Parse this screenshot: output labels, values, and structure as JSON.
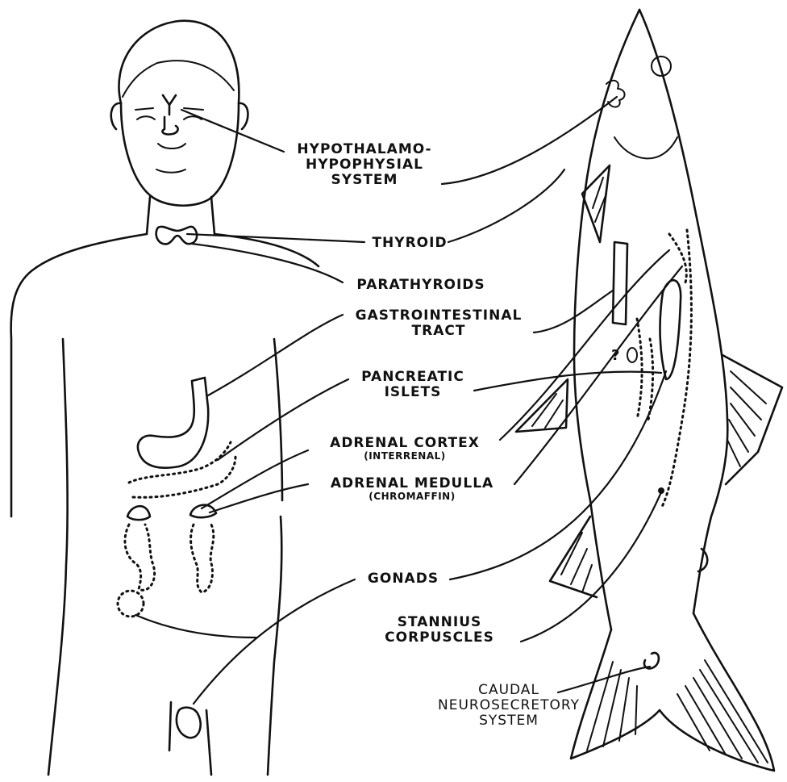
{
  "labels": {
    "hypothalamo": [
      "HYPOTHALAMO-",
      "HYPOPHYSIAL",
      "SYSTEM"
    ],
    "thyroid": "THYROID",
    "parathyroids": "PARATHYROIDS",
    "gastro": [
      "GASTROINTESTINAL",
      "TRACT"
    ],
    "pancreatic": [
      "PANCREATIC",
      "ISLETS"
    ],
    "cortex": "ADRENAL CORTEX",
    "cortex_sub": "(INTERRENAL)",
    "medulla": "ADRENAL MEDULLA",
    "medulla_sub": "(CHROMAFFIN)",
    "gonads": "GONADS",
    "stannius": [
      "STANNIUS",
      "CORPUSCLES"
    ],
    "caudal": [
      "CAUDAL",
      "NEUROSECRETORY",
      "SYSTEM"
    ],
    "question_mark": "?"
  }
}
